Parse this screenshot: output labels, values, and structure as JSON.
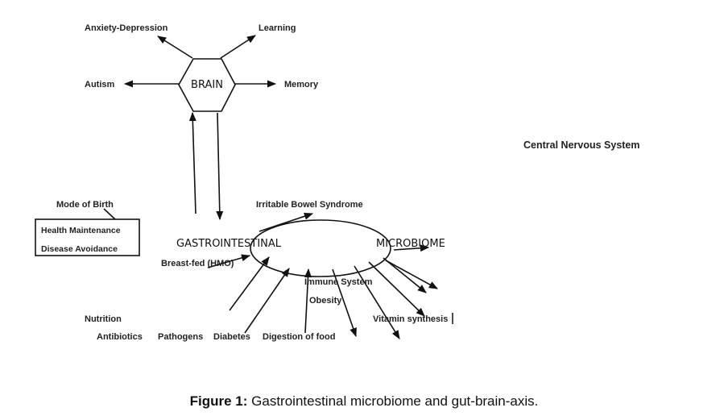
{
  "diagram": {
    "brain": "BRAIN",
    "brain_outputs": [
      "Anxiety-Depression",
      "Learning",
      "Autism",
      "Memory"
    ],
    "cns_label": "Central Nervous System",
    "gi_label": "GASTROINTESTINAL",
    "microbiome_label": "MICROBIOME",
    "mode_of_birth": "Mode of Birth",
    "box_items": [
      "Health Maintenance",
      "Disease Avoidance"
    ],
    "ibs": "Irritable Bowel Syndrome",
    "breast_fed": "Breast-fed (HMO)",
    "immune": "Immune System",
    "obesity": "Obesity",
    "vitamin": "Vitamin synthesis",
    "nutrition": "Nutrition",
    "bottom_labels": [
      "Antibiotics",
      "Pathogens",
      "Diabetes",
      "Digestion of food"
    ]
  },
  "caption": {
    "label": "Figure 1:",
    "text": " Gastrointestinal microbiome and gut-brain-axis."
  }
}
